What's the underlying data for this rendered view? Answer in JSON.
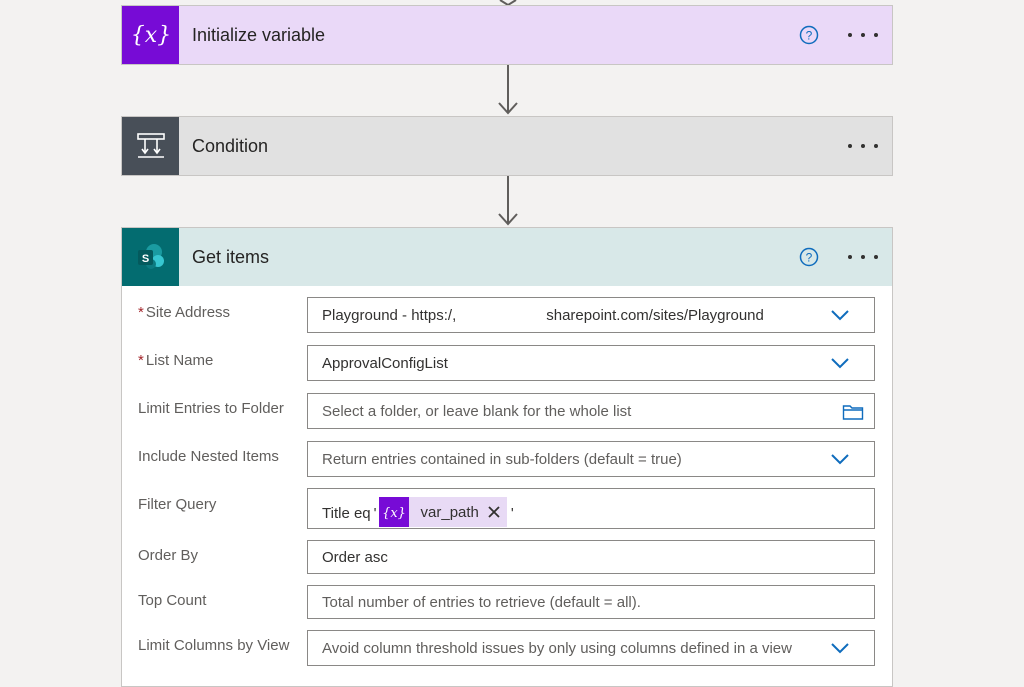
{
  "steps": [
    {
      "title": "Initialize variable",
      "icon": "curly-brace-x-icon",
      "color": "#770bd6",
      "header_bg": "#ead9f8"
    },
    {
      "title": "Condition",
      "icon": "condition-branch-icon",
      "color": "#484f58",
      "header_bg": "#e1e1e1"
    },
    {
      "title": "Get items",
      "icon": "sharepoint-icon",
      "color": "#036c70",
      "header_bg": "#d8e8e8"
    }
  ],
  "form": {
    "site_address": {
      "label": "Site Address",
      "required_mark": "*",
      "value_left": "Playground - https:/,",
      "value_right": "sharepoint.com/sites/Playground"
    },
    "list_name": {
      "label": "List Name",
      "required_mark": "*",
      "value": "ApprovalConfigList"
    },
    "limit_folder": {
      "label": "Limit Entries to Folder",
      "placeholder": "Select a folder, or leave blank for the whole list"
    },
    "nested_items": {
      "label": "Include Nested Items",
      "placeholder": "Return entries contained in sub-folders (default = true)"
    },
    "filter_query": {
      "label": "Filter Query",
      "prefix": "Title eq",
      "quote": "'",
      "token": "var_path",
      "suffix": "'"
    },
    "order_by": {
      "label": "Order By",
      "value": "Order asc"
    },
    "top_count": {
      "label": "Top Count",
      "placeholder": "Total number of entries to retrieve (default = all)."
    },
    "limit_columns": {
      "label": "Limit Columns by View",
      "placeholder": "Avoid column threshold issues by only using columns defined in a view"
    }
  }
}
